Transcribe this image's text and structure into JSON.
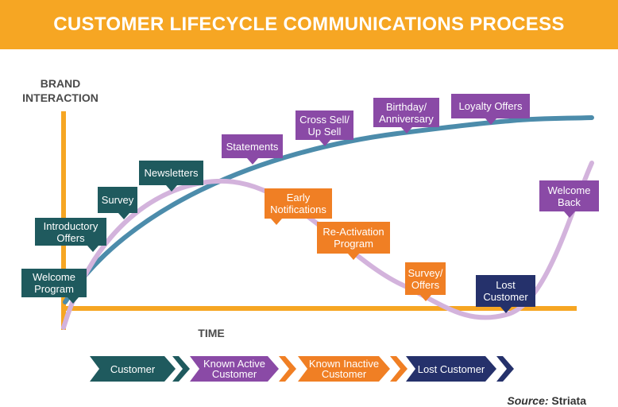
{
  "title": "CUSTOMER LIFECYCLE COMMUNICATIONS PROCESS",
  "axes": {
    "y_label": "BRAND\nINTERACTION",
    "x_label": "TIME"
  },
  "colors": {
    "banner": "#f6a623",
    "axis": "#f6a623",
    "active_curve": "#4c8cab",
    "lifecycle_curve": "#d3b3dc",
    "teal": "#1f5a5e",
    "purple": "#8a4aa6",
    "orange": "#f07f24",
    "navy": "#25316b"
  },
  "callouts": [
    {
      "id": "welcome-program",
      "label": "Welcome\nProgram",
      "color": "teal"
    },
    {
      "id": "introductory-offers",
      "label": "Introductory\nOffers",
      "color": "teal"
    },
    {
      "id": "survey",
      "label": "Survey",
      "color": "teal"
    },
    {
      "id": "newsletters",
      "label": "Newsletters",
      "color": "teal"
    },
    {
      "id": "statements",
      "label": "Statements",
      "color": "purple"
    },
    {
      "id": "cross-sell",
      "label": "Cross Sell/\nUp Sell",
      "color": "purple"
    },
    {
      "id": "birthday",
      "label": "Birthday/\nAnniversary",
      "color": "purple"
    },
    {
      "id": "loyalty-offers",
      "label": "Loyalty Offers",
      "color": "purple"
    },
    {
      "id": "early-notifications",
      "label": "Early\nNotifications",
      "color": "orange"
    },
    {
      "id": "re-activation",
      "label": "Re-Activation\nProgram",
      "color": "orange"
    },
    {
      "id": "survey-offers",
      "label": "Survey/\nOffers",
      "color": "orange"
    },
    {
      "id": "lost-customer",
      "label": "Lost\nCustomer",
      "color": "navy"
    },
    {
      "id": "welcome-back",
      "label": "Welcome\nBack",
      "color": "purple"
    }
  ],
  "stages": [
    {
      "label": "Customer",
      "color": "teal"
    },
    {
      "label": "Known Active\nCustomer",
      "color": "purple"
    },
    {
      "label": "Known Inactive\nCustomer",
      "color": "orange"
    },
    {
      "label": "Lost Customer",
      "color": "navy"
    }
  ],
  "source": {
    "prefix": "Source:",
    "name": "Striata"
  }
}
